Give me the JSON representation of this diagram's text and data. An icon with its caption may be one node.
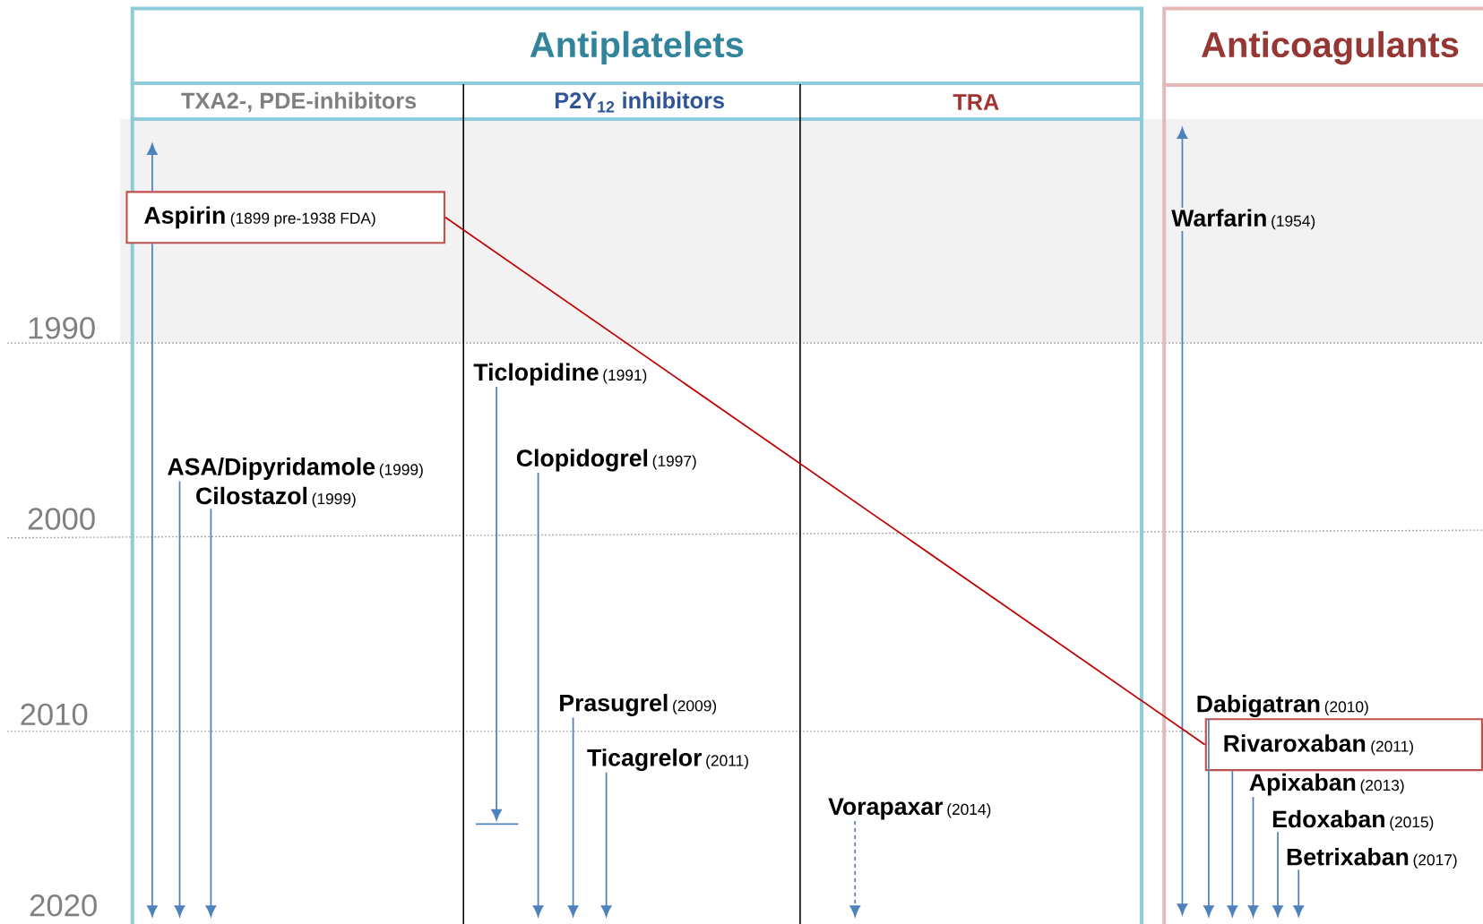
{
  "diagram": {
    "nodes": [
      {
        "text": [
          "Antiplatelets"
        ]
      },
      {
        "text": [
          "TXA2-, PDE-inhibitors"
        ],
        "in": 0
      },
      {
        "text": [
          "P2Y$_{12}$ inhibitors"
        ],
        "in": 0
      },
      {
        "text": [
          "TRA"
        ],
        "in": 0
      },
      {
        "text": [
          "Anticoagulants"
        ]
      },
      {
        "text": [
          "Aspirin",
          "(1899 pre-1938 FDA)"
        ],
        "in": 0
      },
      {
        "text": [
          "ASA/Dipyridamole",
          "(1999)"
        ],
        "in": 0
      },
      {
        "text": [
          "Cilostazol",
          "(1999)"
        ],
        "in": 0
      },
      {
        "text": [
          "Ticlopidine",
          "(1991)"
        ],
        "in": 0
      },
      {
        "text": [
          "Clopidogrel",
          "(1997)"
        ],
        "in": 0
      },
      {
        "text": [
          "Prasugrel",
          "(2009)"
        ],
        "in": 0
      },
      {
        "text": [
          "Ticagrelor",
          "(2011)"
        ],
        "in": 0
      },
      {
        "text": [
          "Vorapaxar",
          "(2014)"
        ],
        "in": 0
      },
      {
        "text": [
          "Warfarin",
          "(1954)"
        ],
        "in": 4
      },
      {
        "text": [
          "Dabigatran",
          "(2010)"
        ],
        "in": 4
      },
      {
        "text": [
          "Rivaroxaban",
          "(2011)"
        ],
        "in": 4
      },
      {
        "text": [
          "Apixaban",
          "(2013)"
        ],
        "in": 4
      },
      {
        "text": [
          "Edoxaban",
          "(2015)"
        ],
        "in": 4
      },
      {
        "text": [
          "Betrixaban",
          "(2017)"
        ],
        "in": 4
      }
    ],
    "edges": [
      {
        "from": 5,
        "to": null,
        "arrow": "to"
      },
      {
        "from": 5,
        "to": null,
        "arrow": "to"
      },
      {
        "from": 6,
        "to": null,
        "arrow": "to"
      },
      {
        "from": 7,
        "to": null,
        "arrow": "to"
      },
      {
        "from": 8,
        "to": null,
        "arrow": "to"
      },
      {
        "from": 9,
        "to": null,
        "arrow": "to"
      },
      {
        "from": 10,
        "to": null,
        "arrow": "to"
      },
      {
        "from": 11,
        "to": null,
        "arrow": "to"
      },
      {
        "from": 12,
        "to": null,
        "arrow": "to",
        "style": "dashed"
      },
      {
        "from": 13,
        "to": null,
        "arrow": "to"
      },
      {
        "from": 13,
        "to": null,
        "arrow": "to"
      },
      {
        "from": 14,
        "to": null,
        "arrow": "to"
      },
      {
        "from": 15,
        "to": null,
        "arrow": "to"
      },
      {
        "from": 16,
        "to": null,
        "arrow": "to"
      },
      {
        "from": 17,
        "to": null,
        "arrow": "to"
      },
      {
        "from": 18,
        "to": null,
        "arrow": "to"
      },
      {
        "from": 5,
        "to": 15,
        "arrow": "none",
        "color": "#c00000"
      }
    ],
    "labels": [
      "1990",
      "2000",
      "2010",
      "2020"
    ]
  }
}
